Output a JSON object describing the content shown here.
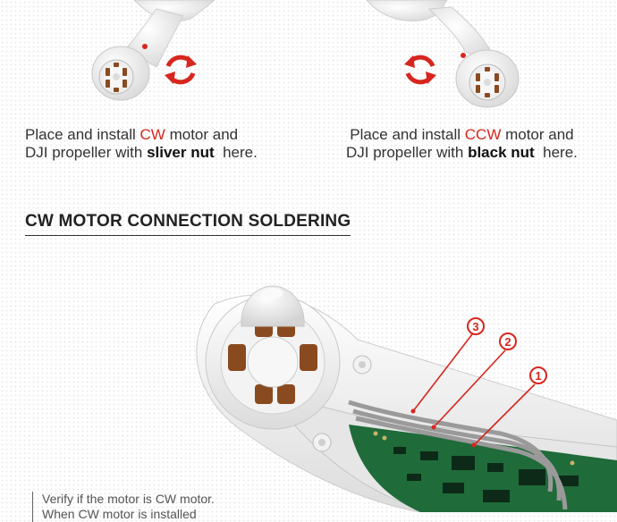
{
  "top": {
    "left_caption": {
      "line1_prefix": "Place and install ",
      "line1_highlight": "CW",
      "line1_suffix": " motor and",
      "line2_prefix": "DJI propeller with ",
      "line2_bold": "sliver nut",
      "line2_suffix": "  here."
    },
    "right_caption": {
      "line1_prefix": "Place and install ",
      "line1_highlight": "CCW",
      "line1_suffix": " motor and",
      "line2_prefix": "DJI propeller with ",
      "line2_bold": "black nut",
      "line2_suffix": "  here."
    }
  },
  "section": {
    "title": "CW MOTOR CONNECTION SOLDERING"
  },
  "markers": [
    "3",
    "2",
    "1"
  ],
  "note": {
    "line1": "Verify if the motor is CW motor.",
    "line2": "When CW motor is installed"
  },
  "colors": {
    "accent": "#d7261e",
    "text": "#333333",
    "pcb": "#1f6b3a"
  },
  "icons": [
    "rotate-clockwise-icon",
    "rotate-counterclockwise-icon"
  ]
}
